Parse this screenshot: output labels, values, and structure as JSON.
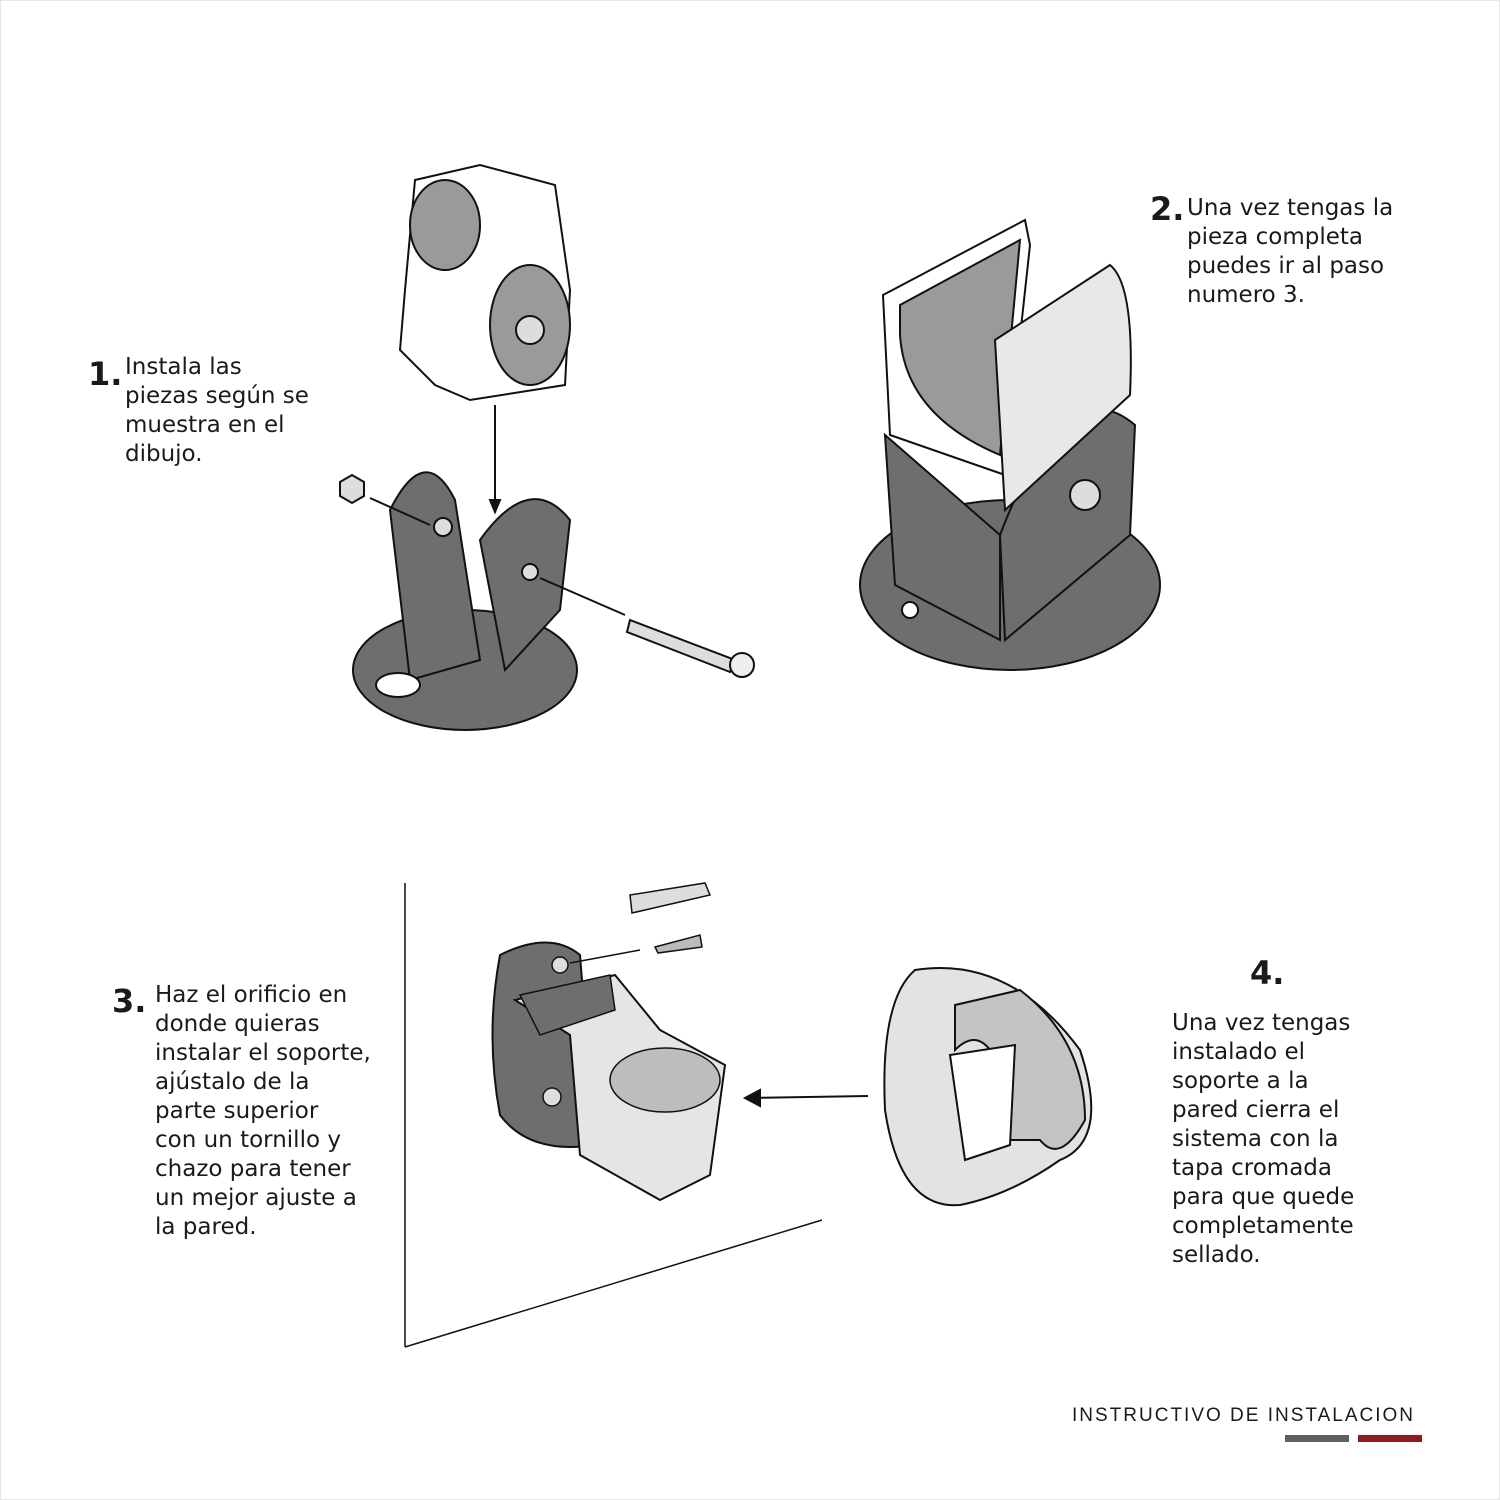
{
  "steps": [
    {
      "number": "1.",
      "text": "Instala las\npiezas según se\nmuestra en el\ndibujo."
    },
    {
      "number": "2.",
      "text": "Una vez tengas la\npieza completa\npuedes ir al paso\nnumero 3."
    },
    {
      "number": "3.",
      "text": "Haz el orificio en\ndonde quieras\ninstalar el soporte,\najústalo de la\nparte superior\ncon un tornillo y\nchazo para tener\nun mejor ajuste a\nla pared."
    },
    {
      "number": "4.",
      "text": "Una vez tengas\ninstalado el\nsoporte a la\npared cierra el\nsistema con la\ntapa cromada\npara que quede\ncompletamente\nsellado."
    }
  ],
  "footer": {
    "title": "INSTRUCTIVO DE INSTALACION",
    "colors": {
      "gray": "#606060",
      "red": "#8e1b1e"
    }
  }
}
